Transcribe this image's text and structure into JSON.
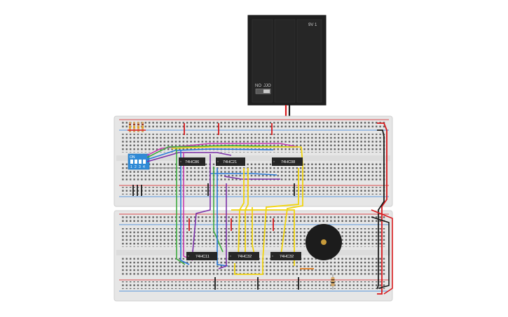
{
  "battery": {
    "voltage_label": "9V 1",
    "switch_off": "NO",
    "switch_on": "JJO"
  },
  "dip_switch": {
    "brand": "ON",
    "positions": [
      "1",
      "2",
      "3",
      "4"
    ]
  },
  "chips": [
    {
      "id": "u1",
      "label": "74HC86"
    },
    {
      "id": "u2",
      "label": "74HC21"
    },
    {
      "id": "u3",
      "label": "74HC08"
    },
    {
      "id": "u4",
      "label": "74HC11"
    },
    {
      "id": "u5",
      "label": "74HC32"
    },
    {
      "id": "u6",
      "label": "74HC32"
    }
  ],
  "colors": {
    "breadboard": "#e6e6e6",
    "wire_yellow": "#f2d50f",
    "wire_green": "#3daa3f",
    "wire_blue": "#2a7ad8",
    "wire_purple": "#7b2fa8",
    "wire_magenta": "#c83cb0",
    "wire_red": "#d7191c",
    "wire_black": "#1a1a1a"
  }
}
